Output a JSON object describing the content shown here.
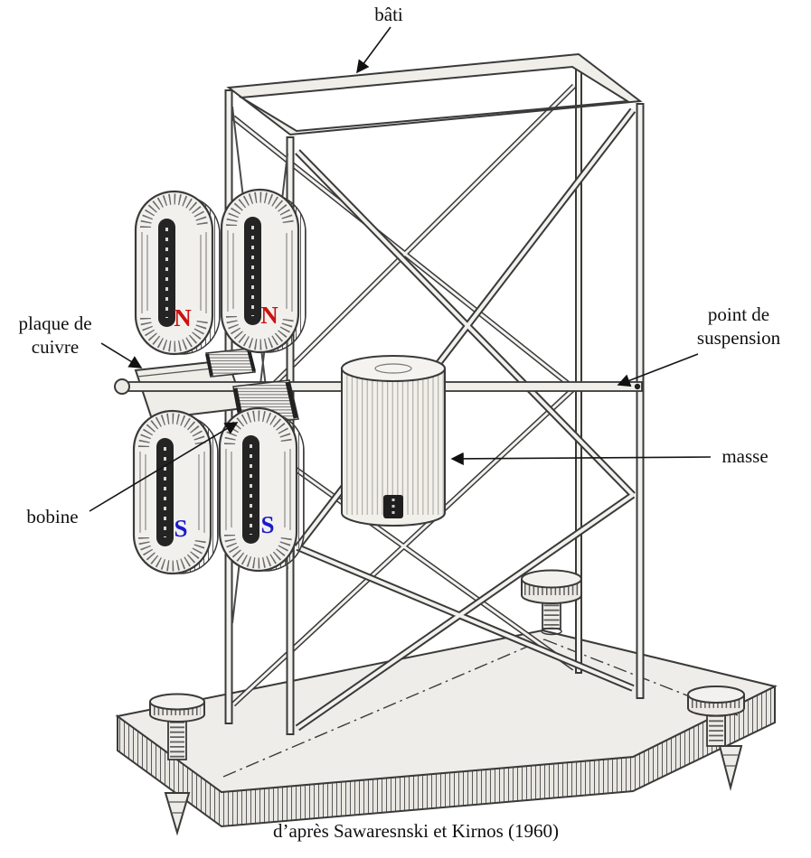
{
  "diagram": {
    "labels": {
      "bati": "bâti",
      "plaque_de_cuivre": "plaque de cuivre",
      "point_de_suspension": "point de suspension",
      "masse": "masse",
      "bobine": "bobine"
    },
    "poles": {
      "top_left": "N",
      "top_right": "N",
      "bottom_left": "S",
      "bottom_right": "S"
    },
    "caption": "d’après Sawaresnski et Kirnos (1960)",
    "colors": {
      "north": "#cc1111",
      "south": "#1a1acc",
      "ink": "#3a3a3a",
      "paper": "#ffffff"
    }
  }
}
